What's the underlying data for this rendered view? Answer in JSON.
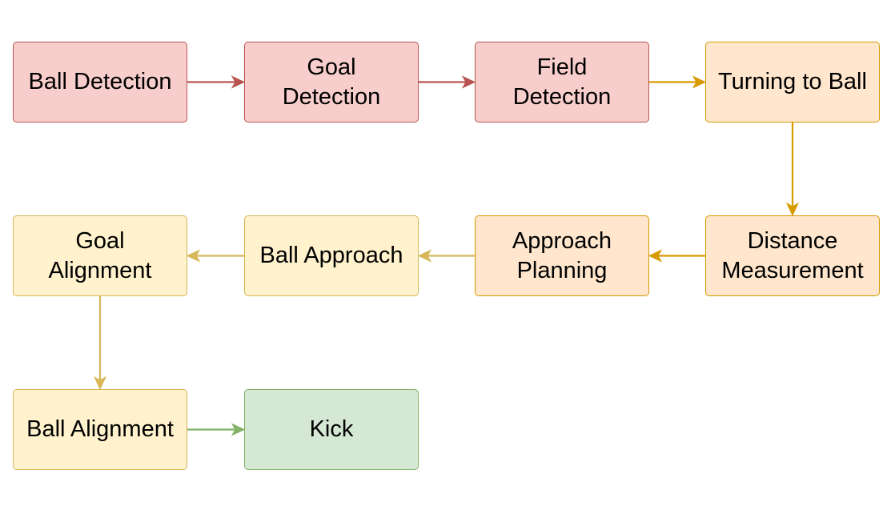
{
  "nodes": {
    "ball_detection": "Ball Detection",
    "goal_detection": "Goal\nDetection",
    "field_detection": "Field\nDetection",
    "turning_to_ball": "Turning to Ball",
    "distance_measurement": "Distance\nMeasurement",
    "approach_planning": "Approach\nPlanning",
    "ball_approach": "Ball Approach",
    "goal_alignment": "Goal\nAlignment",
    "ball_alignment": "Ball Alignment",
    "kick": "Kick"
  },
  "colors": {
    "red_fill": "#f8cecc",
    "red_stroke": "#b85450",
    "orange_fill": "#ffe6cc",
    "orange_stroke": "#d79b00",
    "yellow_fill": "#fff2cc",
    "yellow_stroke": "#d6b656",
    "green_fill": "#d5e8d4",
    "green_stroke": "#82b366"
  },
  "edges": [
    {
      "from": "ball_detection",
      "to": "goal_detection",
      "color": "#b85450"
    },
    {
      "from": "goal_detection",
      "to": "field_detection",
      "color": "#b85450"
    },
    {
      "from": "field_detection",
      "to": "turning_to_ball",
      "color": "#d79b00"
    },
    {
      "from": "turning_to_ball",
      "to": "distance_measurement",
      "color": "#d79b00"
    },
    {
      "from": "distance_measurement",
      "to": "approach_planning",
      "color": "#d79b00"
    },
    {
      "from": "approach_planning",
      "to": "ball_approach",
      "color": "#d6b656"
    },
    {
      "from": "ball_approach",
      "to": "goal_alignment",
      "color": "#d6b656"
    },
    {
      "from": "goal_alignment",
      "to": "ball_alignment",
      "color": "#d6b656"
    },
    {
      "from": "ball_alignment",
      "to": "kick",
      "color": "#82b366"
    }
  ]
}
